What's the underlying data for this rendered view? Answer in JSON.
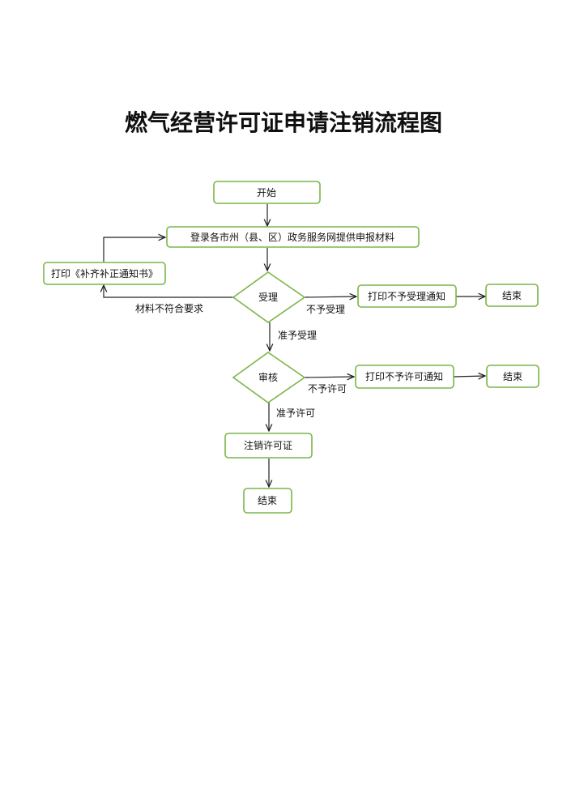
{
  "title": "燃气经营许可证申请注销流程图",
  "accent_color": "#7ab648",
  "line_color": "#222222",
  "nodes": {
    "start": "开始",
    "submit": "登录各市州（县、区）政务服务网提供申报材料",
    "supplement": "打印《补齐补正通知书》",
    "accept": "受理",
    "reject_accept_notice": "打印不予受理通知",
    "end_1": "结束",
    "review": "审核",
    "reject_permit_notice": "打印不予许可通知",
    "end_2": "结束",
    "cancel": "注销许可证",
    "end_3": "结束"
  },
  "edge_labels": {
    "not_compliant": "材料不符合要求",
    "not_accept": "不予受理",
    "accept_ok": "准予受理",
    "not_permit": "不予许可",
    "permit_ok": "准予许可"
  }
}
